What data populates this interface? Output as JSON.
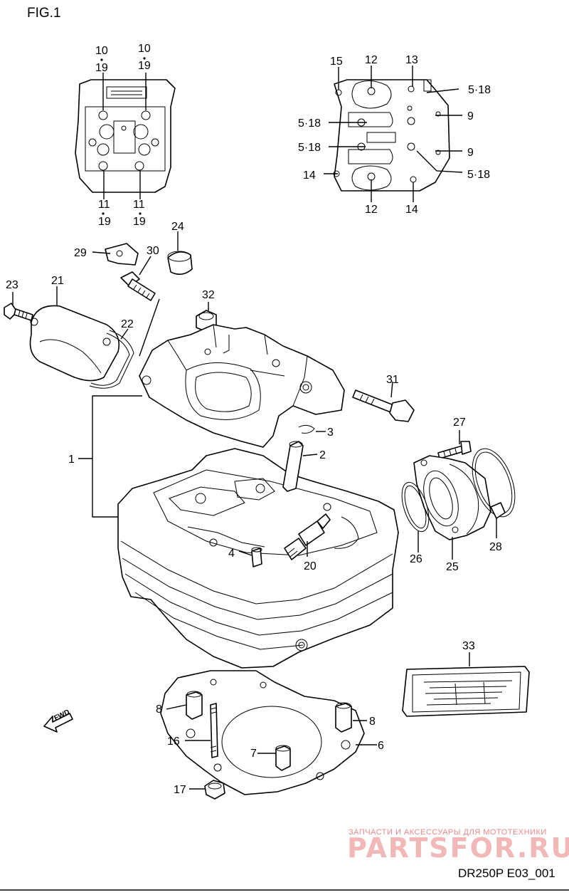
{
  "figure": {
    "title": "FIG.1",
    "code": "DR250P E03_001",
    "direction_label": "FWD"
  },
  "callouts": {
    "top_left": [
      "10",
      "19",
      "10",
      "19",
      "11",
      "19",
      "11",
      "19"
    ],
    "top_right": [
      "15",
      "12",
      "13",
      "5·18",
      "9",
      "5·18",
      "5·18",
      "9",
      "5·18",
      "14",
      "12",
      "14"
    ],
    "main": [
      "29",
      "30",
      "24",
      "23",
      "21",
      "22",
      "32",
      "31",
      "1",
      "3",
      "2",
      "27",
      "4",
      "20",
      "26",
      "25",
      "28",
      "33",
      "8",
      "8",
      "16",
      "6",
      "7",
      "17"
    ]
  },
  "watermark": {
    "caption": "ЗАПЧАСТИ И АКСЕССУАРЫ ДЛЯ МОТОТЕХНИКИ",
    "brand": "PARTSFOR.RU"
  },
  "colors": {
    "line": "#000000",
    "background": "#ffffff",
    "watermark": "#e98a8a"
  }
}
